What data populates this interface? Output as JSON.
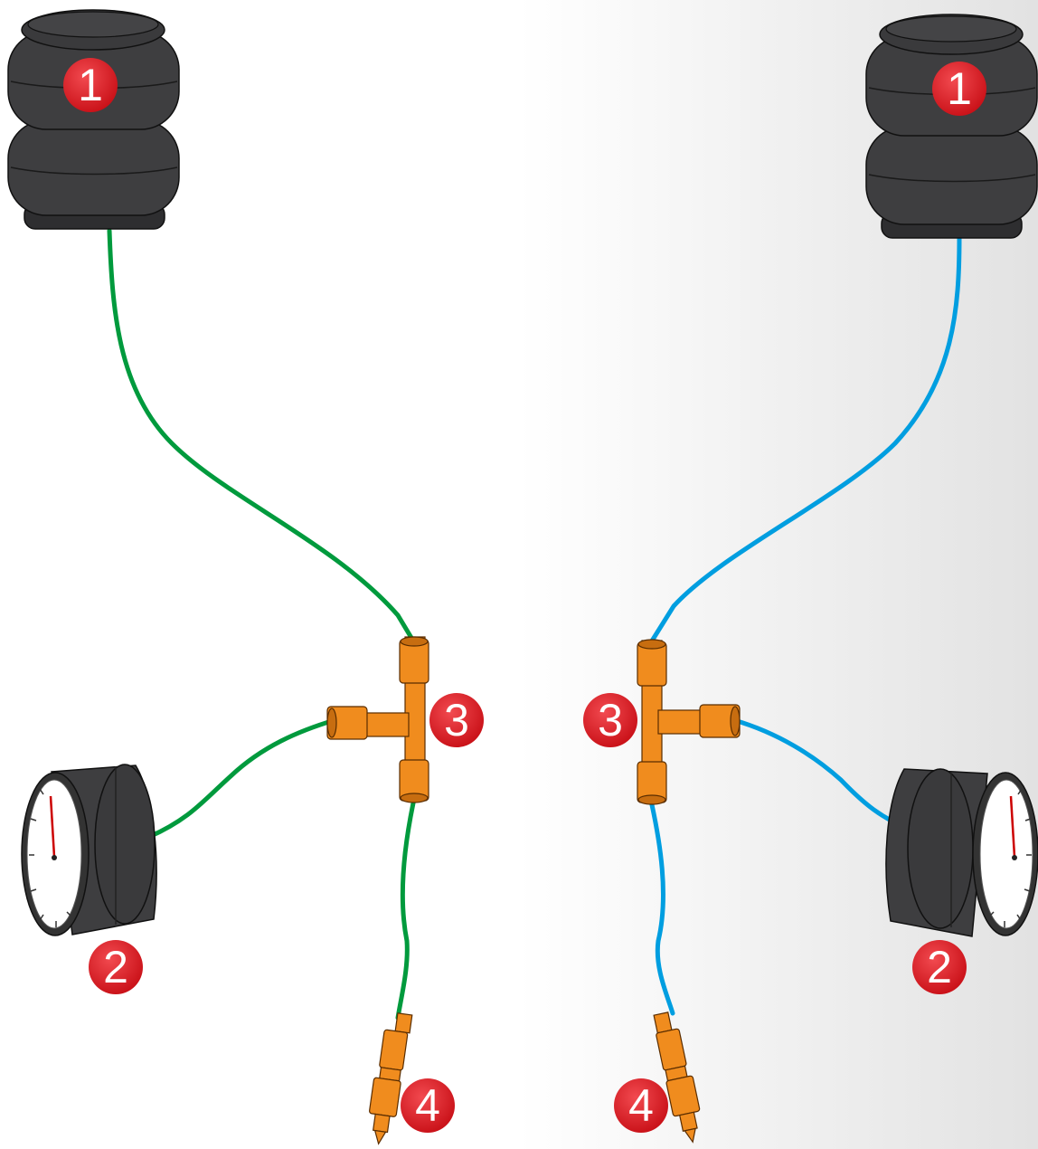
{
  "diagram": {
    "background": {
      "left_color": "#ffffff",
      "right_color": "#e2e2e2"
    },
    "colors": {
      "left_line": "#009a3d",
      "right_line": "#009ee0",
      "fitting": "#f08c1e",
      "fitting_stroke": "#5a2d00",
      "rubber": "#3e3e40",
      "badge": "#e3151d",
      "gauge_needle": "#cc0000"
    },
    "left_circuit": {
      "line_color_name": "green",
      "components": [
        {
          "id": "air-spring",
          "icon": "double-convoluted-air-spring-icon",
          "number": "1"
        },
        {
          "id": "pressure-gauge",
          "icon": "pressure-gauge-icon",
          "number": "2"
        },
        {
          "id": "tee-fitting",
          "icon": "tee-fitting-icon",
          "number": "3"
        },
        {
          "id": "inflation-valve",
          "icon": "schrader-valve-icon",
          "number": "4"
        }
      ]
    },
    "right_circuit": {
      "line_color_name": "blue",
      "components": [
        {
          "id": "air-spring",
          "icon": "double-convoluted-air-spring-icon",
          "number": "1"
        },
        {
          "id": "pressure-gauge",
          "icon": "pressure-gauge-icon",
          "number": "2"
        },
        {
          "id": "tee-fitting",
          "icon": "tee-fitting-icon",
          "number": "3"
        },
        {
          "id": "inflation-valve",
          "icon": "schrader-valve-icon",
          "number": "4"
        }
      ]
    }
  }
}
